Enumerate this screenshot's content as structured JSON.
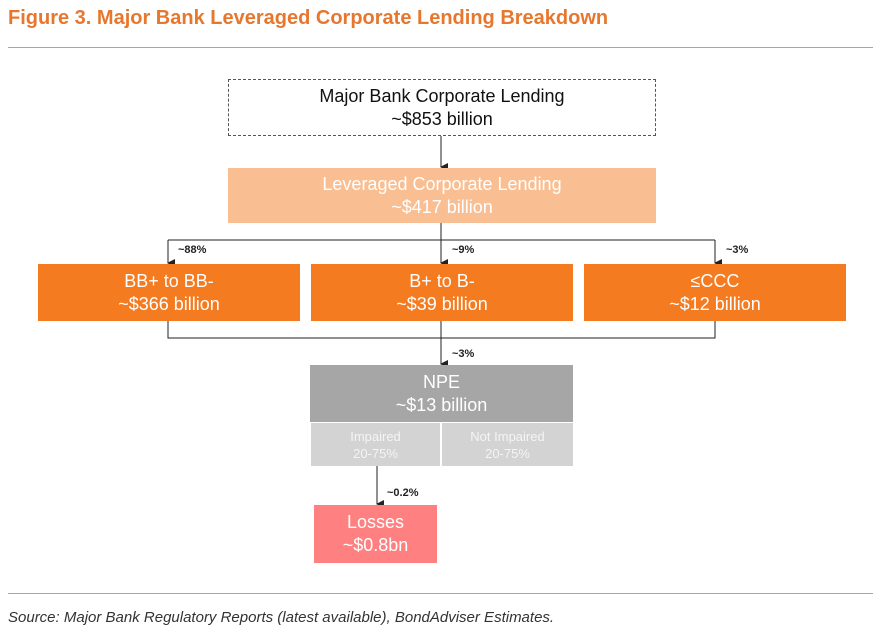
{
  "title": "Figure 3. Major Bank Leveraged Corporate Lending Breakdown",
  "nodes": {
    "corporate": {
      "label": "Major Bank Corporate Lending",
      "value": "~$853 billion"
    },
    "leveraged": {
      "label": "Leveraged Corporate Lending",
      "value": "~$417 billion"
    },
    "bb": {
      "label": "BB+ to BB-",
      "value": "~$366 billion",
      "share": "~88%"
    },
    "b": {
      "label": "B+ to B-",
      "value": "~$39 billion",
      "share": "~9%"
    },
    "ccc": {
      "label": "≤CCC",
      "value": "~$12 billion",
      "share": "~3%"
    },
    "npe": {
      "label": "NPE",
      "value": "~$13 billion",
      "share": "~3%"
    },
    "impaired": {
      "label": "Impaired",
      "value": "20-75%"
    },
    "not_impaired": {
      "label": "Not Impaired",
      "value": "20-75%"
    },
    "losses": {
      "label": "Losses",
      "value": "~$0.8bn",
      "share": "~0.2%"
    }
  },
  "colors": {
    "title": "#E8772E",
    "leveraged": "#F9BE91",
    "rating": "#F47B20",
    "npe": "#A6A6A6",
    "sub": "#D3D3D3",
    "losses": "#FF8080"
  },
  "source": "Source: Major Bank Regulatory Reports (latest available), BondAdviser Estimates."
}
